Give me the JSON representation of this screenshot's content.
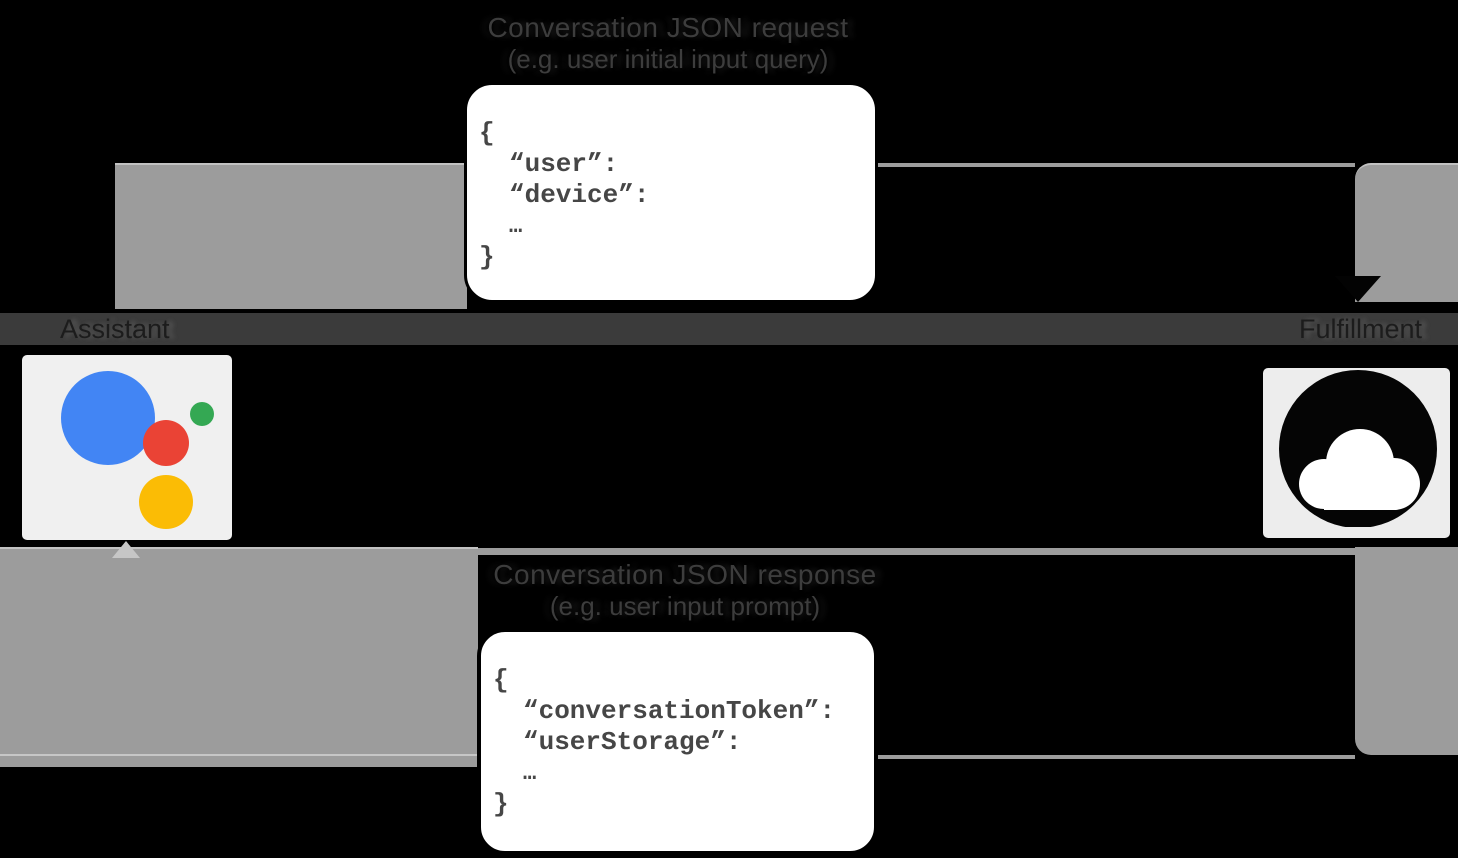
{
  "diagram": {
    "request": {
      "title": "Conversation JSON request",
      "subtitle": "(e.g. user initial input query)",
      "code_lines": [
        "{",
        "“user”:",
        "“device”:",
        "…",
        "}"
      ]
    },
    "response": {
      "title": "Conversation JSON response",
      "subtitle": "(e.g. user input prompt)",
      "code_lines": [
        "{",
        "“conversationToken”:",
        "“userStorage”:",
        "…",
        "}"
      ]
    },
    "nodes": {
      "assistant": {
        "label": "Assistant",
        "icon": "google-assistant-icon"
      },
      "fulfillment": {
        "label": "Fulfillment",
        "icon": "cloud-icon"
      }
    },
    "colors": {
      "background": "#000000",
      "arrow_fill": "#9c9c9c",
      "arrow_edge_highlight": "#c2c2c2",
      "muted_text": "#3d3d3d",
      "label_band": "#3b3b3b",
      "label_text": "#1c1c1c",
      "card_background": "#ffffff",
      "card_border": "#000000",
      "code_text": "#464646",
      "assistant_box": "#f0f0f0",
      "fulfillment_box": "#ededed",
      "assistant_blue": "#4285f4",
      "assistant_red": "#ea4335",
      "assistant_green": "#34a853",
      "assistant_yellow": "#fbbc05",
      "cloud_ring": "#050505"
    }
  }
}
